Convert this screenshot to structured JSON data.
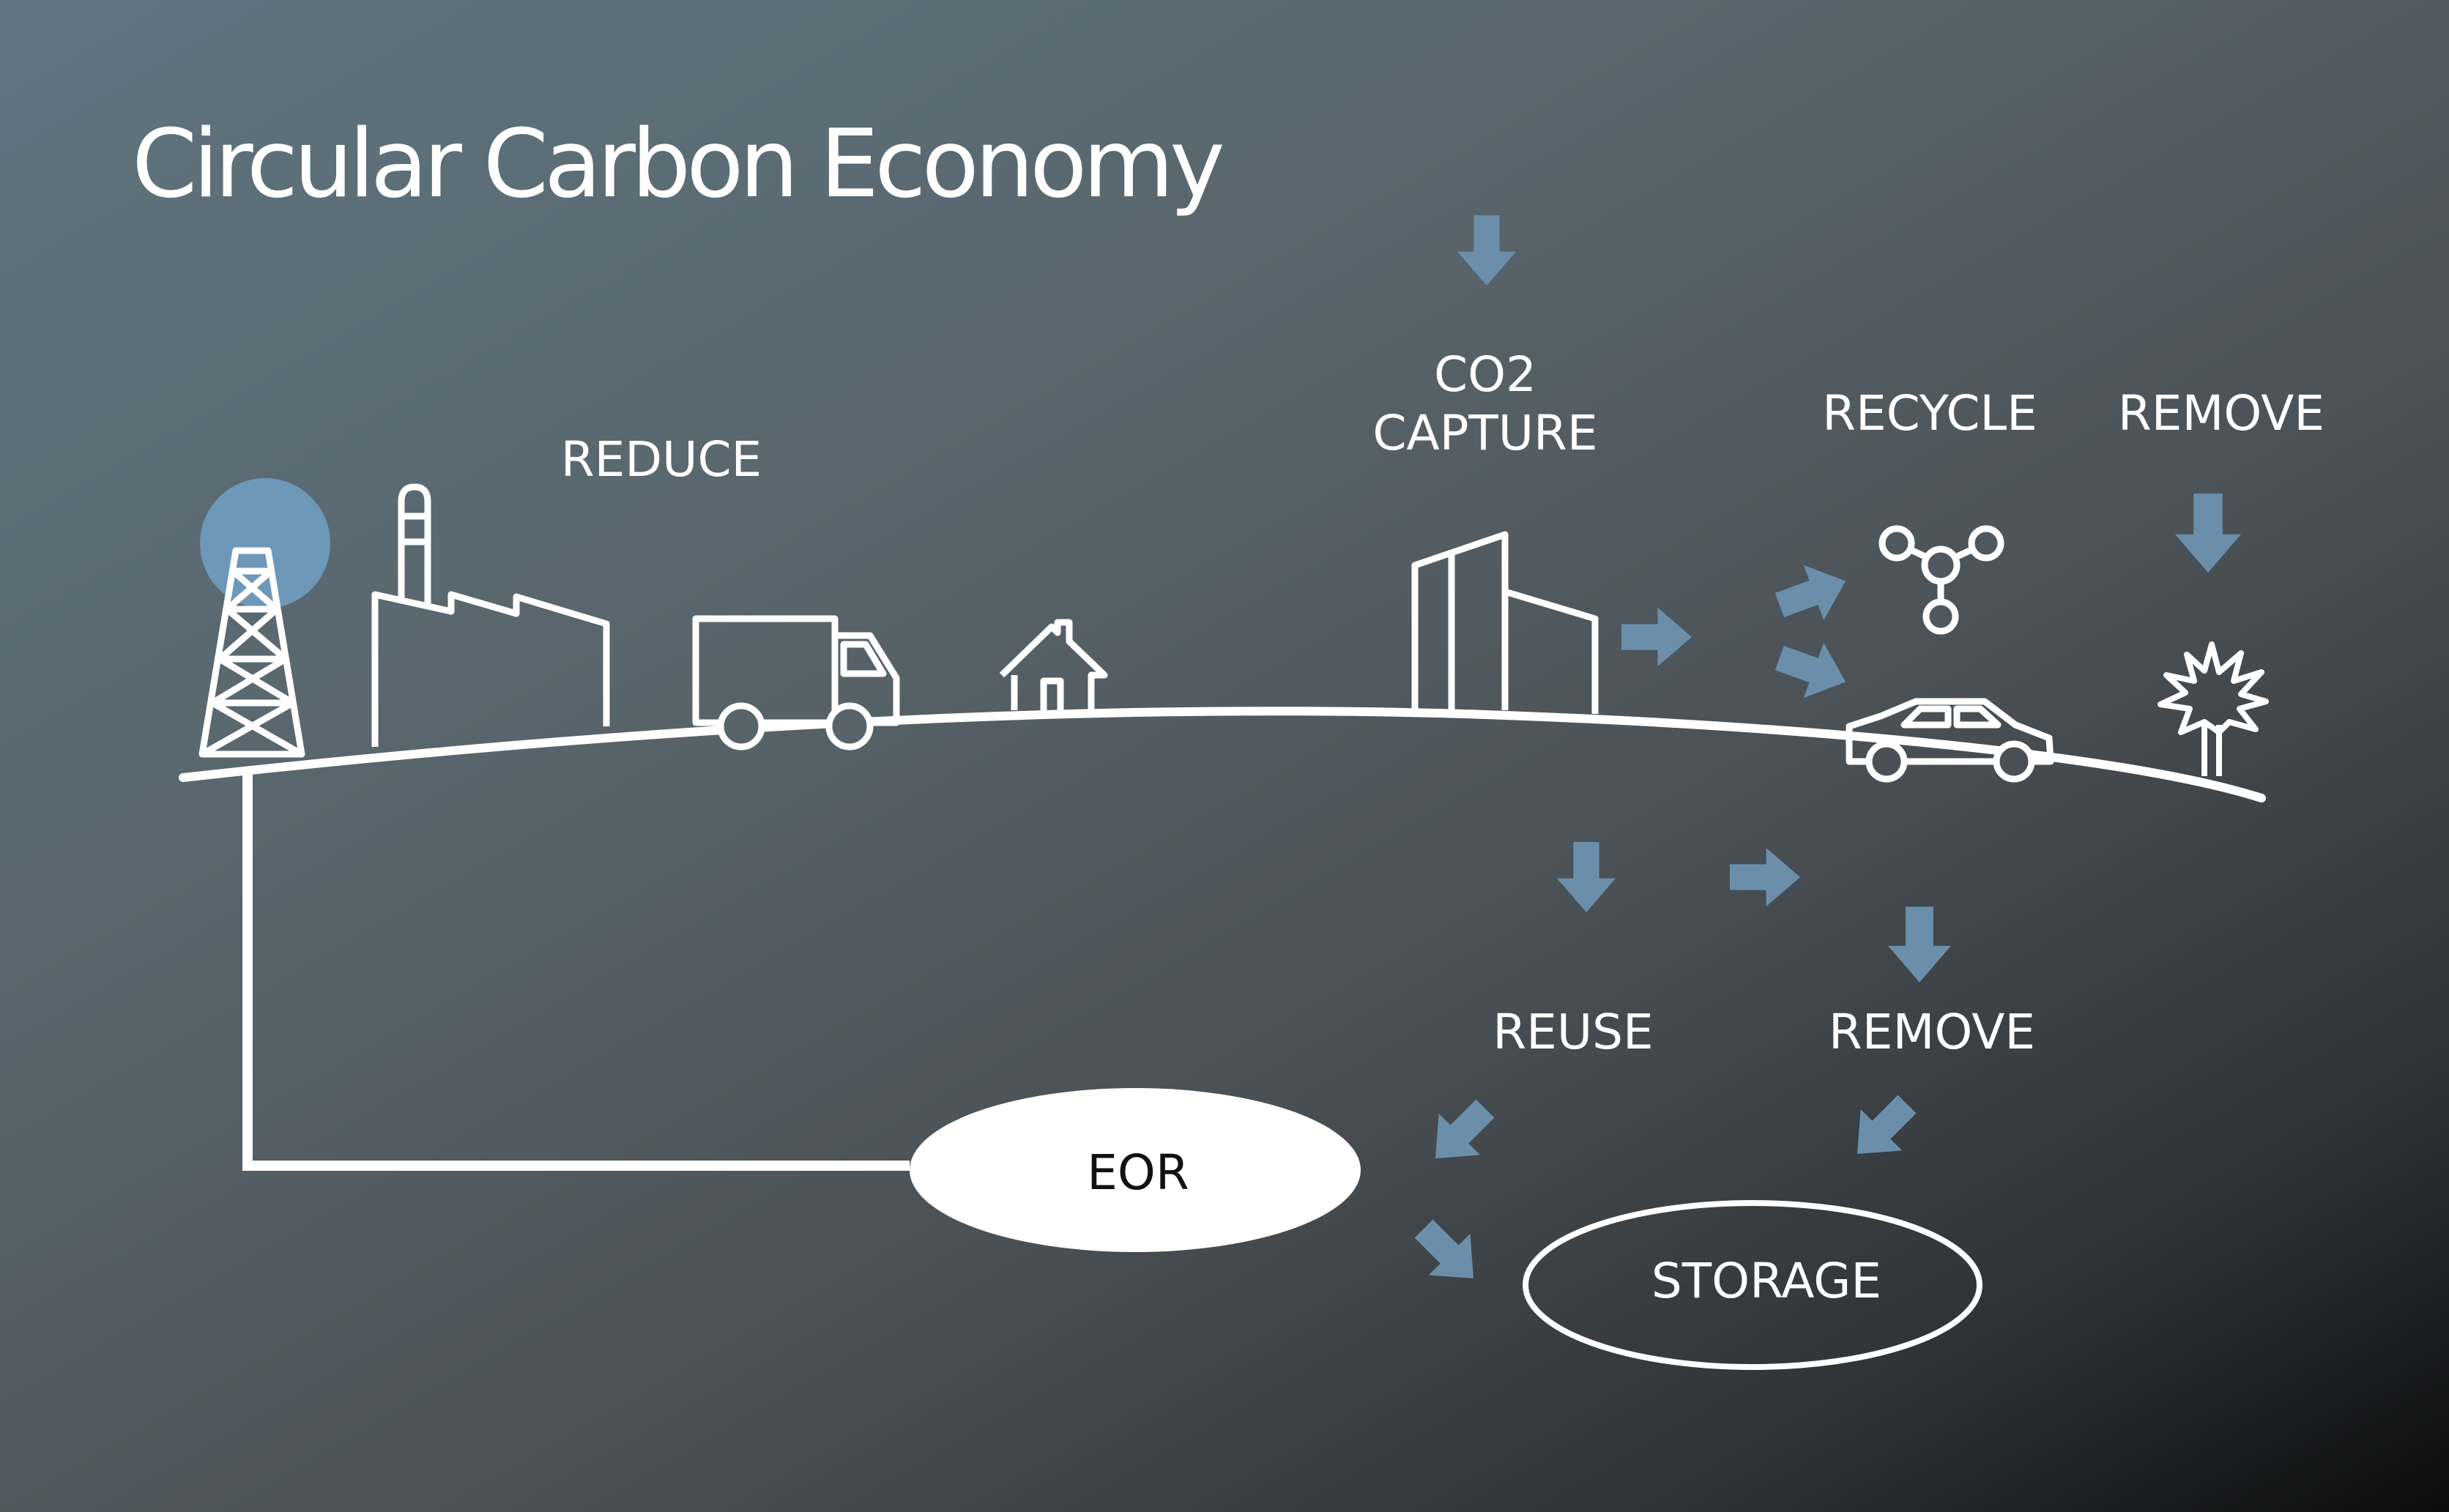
{
  "diagram": {
    "title": "Circular Carbon Economy",
    "labels": {
      "reduce": "REDUCE",
      "co2_capture": "CO2\nCAPTURE",
      "recycle": "RECYCLE",
      "remove_top": "REMOVE",
      "reuse": "REUSE",
      "remove_bottom": "REMOVE",
      "eor": "EOR",
      "storage": "STORAGE"
    },
    "colors": {
      "arrow": "#6b8fab",
      "line": "#ffffff",
      "sun": "#6e98b8"
    },
    "icons": [
      "oil-rig-icon",
      "factory-icon",
      "truck-icon",
      "house-icon",
      "capture-building-icon",
      "molecule-icon",
      "car-icon",
      "palm-tree-icon"
    ]
  }
}
